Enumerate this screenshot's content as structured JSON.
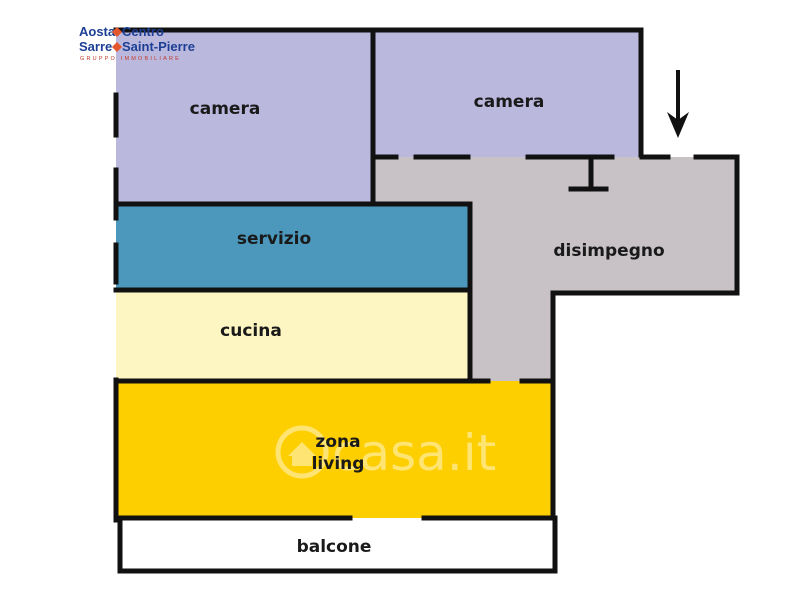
{
  "logo": {
    "line1a": "Aosta",
    "line1b": "Centro",
    "line2a": "Sarre",
    "line2b": "Saint-Pierre",
    "tagline": "GRUPPO IMMOBILIARE",
    "colors": {
      "text": "#1c3f94",
      "accent": "#e4572e"
    }
  },
  "watermark": {
    "text": "casa.it",
    "icon": "house-icon"
  },
  "rooms": {
    "camera_left": {
      "label": "camera",
      "color": "#bbb8de"
    },
    "camera_right": {
      "label": "camera",
      "color": "#bbb8de"
    },
    "disimpegno": {
      "label": "disimpegno",
      "color": "#c8c2c6"
    },
    "servizio": {
      "label": "servizio",
      "color": "#4c98bd"
    },
    "cucina": {
      "label": "cucina",
      "color": "#fdf6c3"
    },
    "zona_living": {
      "label_line1": "zona",
      "label_line2": "living",
      "color": "#fecf00"
    },
    "balcone": {
      "label": "balcone",
      "color": "#ffffff"
    }
  },
  "entrance": {
    "icon": "entrance-arrow-icon"
  },
  "wall_color": "#111111"
}
